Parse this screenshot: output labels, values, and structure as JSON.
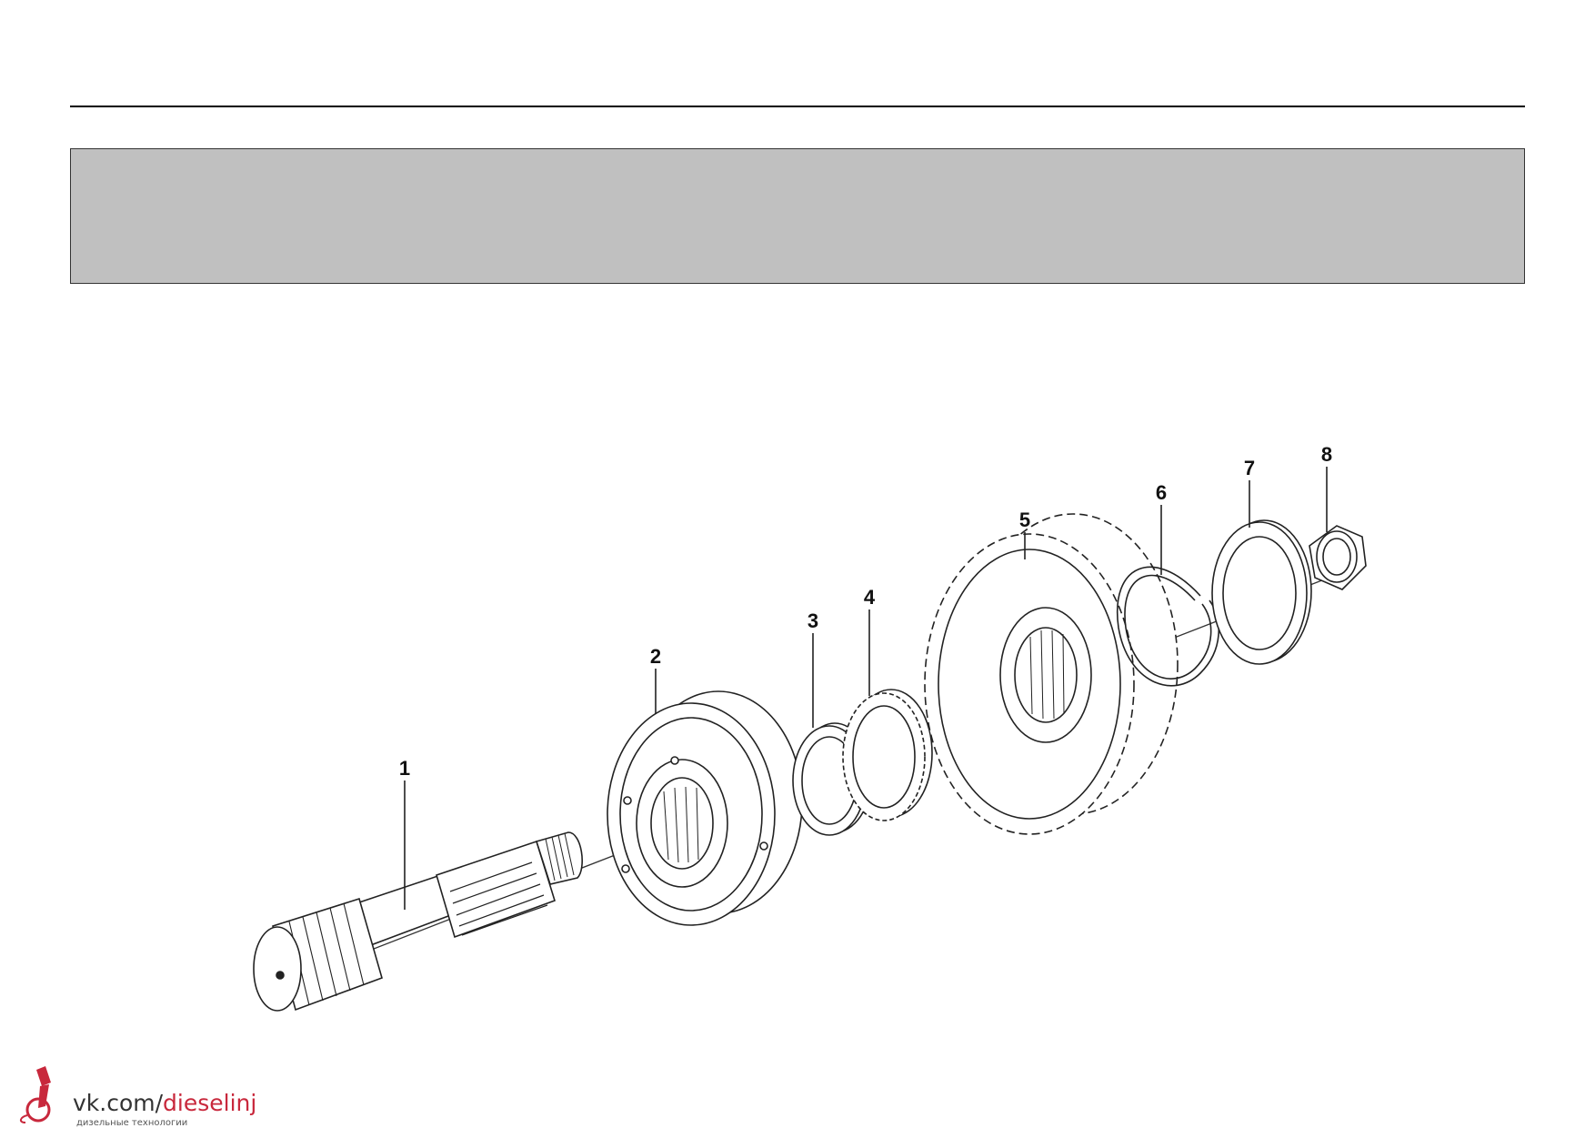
{
  "callouts": [
    "1",
    "2",
    "3",
    "4",
    "5",
    "6",
    "7",
    "8"
  ],
  "watermark": {
    "site_prefix": "vk.com/",
    "site_accent": "dieselinj",
    "subtitle": "дизельные технологии"
  },
  "colors": {
    "header_box": "#c0c0c0",
    "watermark_accent": "#c8283c"
  }
}
